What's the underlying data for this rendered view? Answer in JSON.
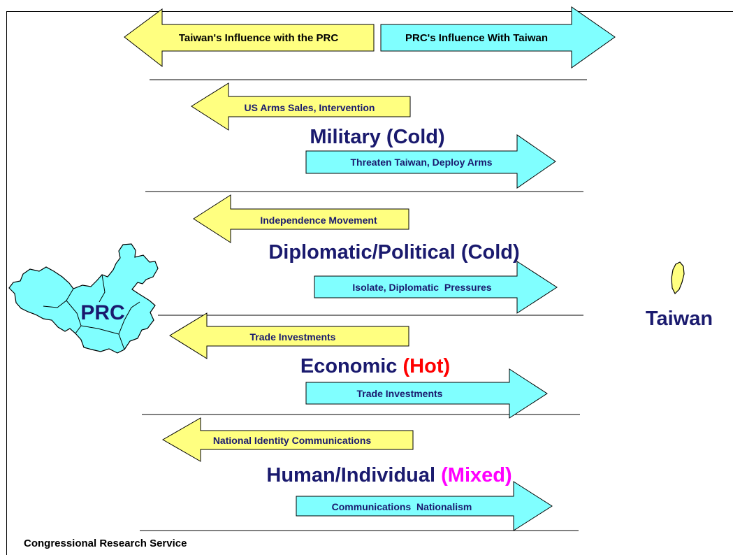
{
  "header_arrows": {
    "left_label": "Taiwan's Influence with the PRC",
    "right_label": "PRC's Influence With Taiwan"
  },
  "sections": [
    {
      "title": "Military",
      "status": "(Cold)",
      "status_color": "#1a1a6e",
      "left_arrow": "US Arms Sales, Intervention",
      "right_arrow": "Threaten Taiwan, Deploy Arms"
    },
    {
      "title": "Diplomatic/Political",
      "status": "(Cold)",
      "status_color": "#1a1a6e",
      "left_arrow": "Independence Movement",
      "right_arrow": "Isolate, Diplomatic  Pressures"
    },
    {
      "title": "Economic",
      "status": "(Hot)",
      "status_color": "#ff0000",
      "left_arrow": "Trade Investments",
      "right_arrow": "Trade Investments"
    },
    {
      "title": "Human/Individual",
      "status": "(Mixed)",
      "status_color": "#ff00ff",
      "left_arrow": "National Identity Communications",
      "right_arrow": "Communications  Nationalism"
    }
  ],
  "map_labels": {
    "prc": "PRC",
    "taiwan": "Taiwan"
  },
  "footer": {
    "source": "Congressional Research Service"
  },
  "colors": {
    "left_arrow_fill": "#ffff80",
    "right_arrow_fill": "#80ffff",
    "map_fill": "#80ffff",
    "taiwan_fill": "#ffff80",
    "text_navy": "#1a1a6e"
  }
}
